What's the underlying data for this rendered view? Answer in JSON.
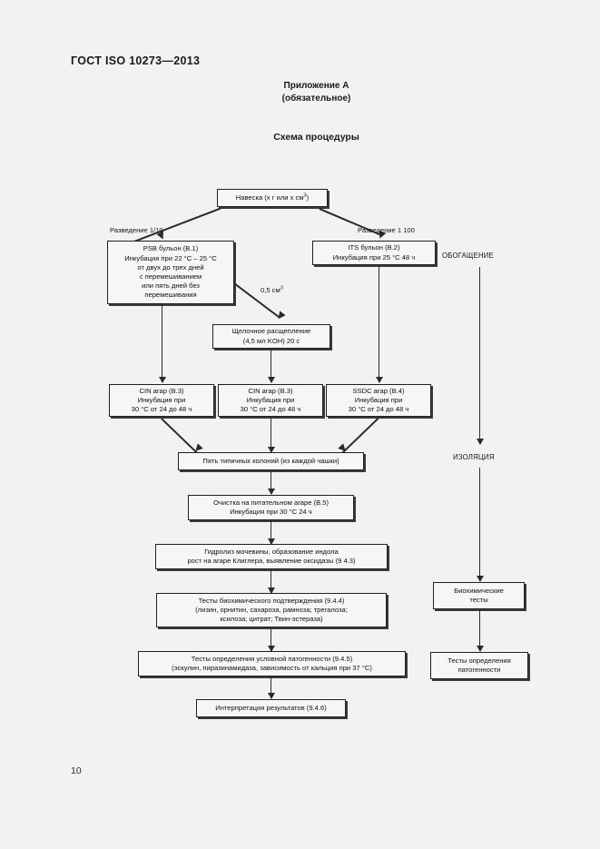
{
  "document": {
    "standard_header": "ГОСТ ISO 10273—2013",
    "annex_line1": "Приложение А",
    "annex_line2": "(обязательное)",
    "scheme_title": "Схема процедуры",
    "page_number": "10"
  },
  "flowchart": {
    "nodes": {
      "sample": {
        "id": "sample",
        "text_html": "Навеска (x г или x см<sup>3</sup>)",
        "text": "Навеска (x г или x см3)"
      },
      "psb": {
        "id": "psb",
        "text": "PSB бульон (B.1)\nИнкубация при 22 °C – 25 °C\nот двух до трех дней\nс перемешиванием\nили пять дней без\nперемешивания"
      },
      "its": {
        "id": "its",
        "text": "ITS бульон (B.2)\nИнкубация при 25 °C 48 ч"
      },
      "koh": {
        "id": "koh",
        "text": "Щелочное расщепление\n(4,5 мл KOH) 20 с"
      },
      "cin1": {
        "id": "cin1",
        "text": "CIN агар (B.3)\nИнкубация при\n30 °C от 24 до 48 ч"
      },
      "cin2": {
        "id": "cin2",
        "text": "CIN агар (B.3)\nИнкубация при\n30 °C от 24 до 48 ч"
      },
      "ssdc": {
        "id": "ssdc",
        "text": "SSDC агар (B.4)\nИнкубация при\n30 °C от 24 до 48 ч"
      },
      "colonies": {
        "id": "colonies",
        "text": "Пять типичных колоний (из каждой чашки)"
      },
      "purify": {
        "id": "purify",
        "text": "Очистка на питательном агаре (B.5)\nИнкубация при 30 °C 24 ч"
      },
      "hydrolysis": {
        "id": "hydrolysis",
        "text": "Гидролиз мочевины, образование индола\nрост на агаре Клиглера, выявление оксидазы (9 4.3)"
      },
      "biochem_confirm": {
        "id": "biochem_confirm",
        "text": "Тесты биохимического подтверждения (9.4.4)\n(лизин, орнитин, сахароза, рамноза; трегалоза;\nксилоза; цитрат; Твин-эстераза)"
      },
      "pathogenicity": {
        "id": "pathogenicity",
        "text": "Тесты определения условной патогенности (9.4.5)\n(эскулин, пиразинамидаза, зависимость от кальция при 37 °C)"
      },
      "interpretation": {
        "id": "interpretation",
        "text": "Интерпретация результатов (9.4.6)"
      },
      "biochem_right": {
        "id": "biochem_right",
        "text": "Биохимические\nтесты"
      },
      "pathogen_right": {
        "id": "pathogen_right",
        "text": "Тесты определения\nпатогенности"
      }
    },
    "edge_labels": {
      "dilution_left": "Разведение 1/10",
      "dilution_right": "Разведение 1 100",
      "volume_html": "0,5 см<sup>3</sup>",
      "volume": "0,5 см3"
    },
    "stage_labels": {
      "enrichment": "ОБОГАЩЕНИЕ",
      "isolation": "ИЗОЛЯЦИЯ"
    }
  },
  "colors": {
    "page_background": "#f2f2f0",
    "box_border": "#202020",
    "box_fill": "#f6f6f4",
    "line": "#2a2a2a",
    "text": "#111111"
  }
}
